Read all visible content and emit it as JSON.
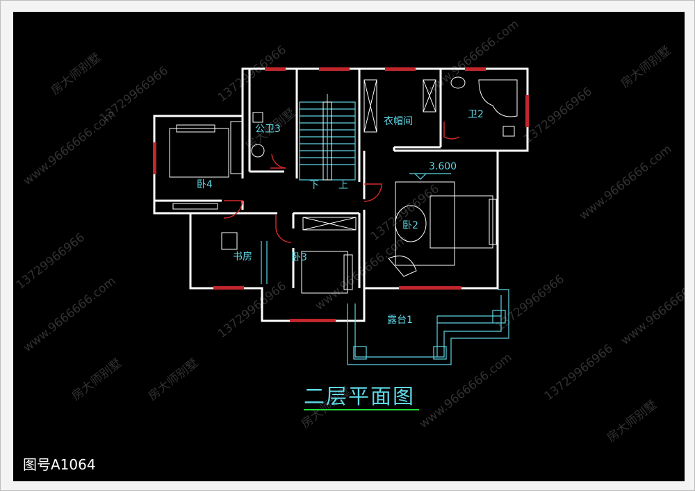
{
  "labels": {
    "bath3": "公卫3",
    "bath2": "卫2",
    "closet": "衣帽间",
    "bed4": "卧4",
    "bed3": "卧3",
    "bed2": "卧2",
    "study": "书房",
    "terrace": "露台1",
    "stair_down": "下",
    "stair_up": "上",
    "elevation": "3.600"
  },
  "title": "二层平面图",
  "drawing_number": "图号A1064",
  "watermarks": [
    "房大师别墅",
    "13729966966",
    "www.9666666.com"
  ],
  "colors": {
    "background": "#000000",
    "walls": "#ffffff",
    "text": "#5fd7e6",
    "windows": "#c0262c",
    "doors": "#d62a2a",
    "title_underline": "#22d83a"
  }
}
